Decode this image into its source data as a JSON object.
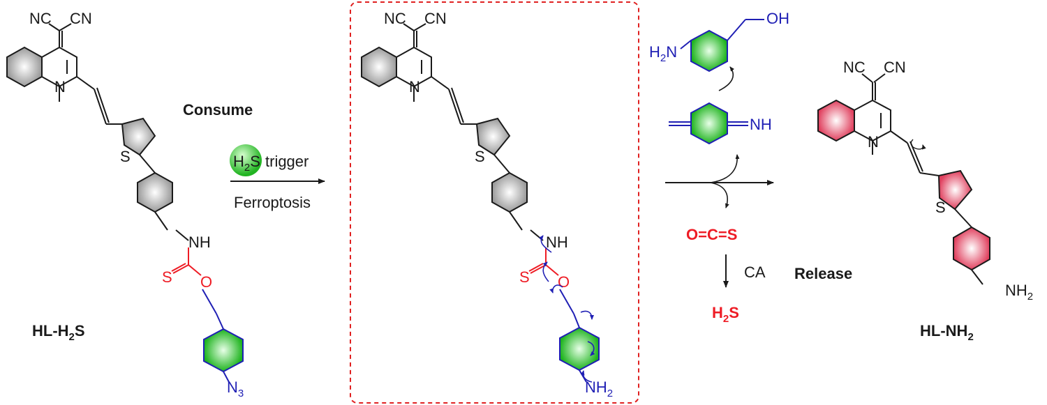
{
  "colors": {
    "black": "#1a1a1a",
    "red": "#ee1c25",
    "blue": "#1f1fb4",
    "green": "#35c235",
    "pink": "#e8486a",
    "grey": "#a7a7a7",
    "dashed_box": "#e02020"
  },
  "labels": {
    "consume": "Consume",
    "trigger": "trigger",
    "h2s_badge_main": "H",
    "h2s_badge_sub": "2",
    "h2s_badge_tail": "S",
    "ferroptosis": "Ferroptosis",
    "release": "Release",
    "ocs": "O=C=S",
    "ca": "CA",
    "h2s_main": "H",
    "h2s_sub": "2",
    "h2s_tail": "S",
    "probe_main": "HL-H",
    "probe_sub": "2",
    "probe_tail": "S",
    "product_main": "HL-NH",
    "product_sub": "2"
  },
  "atoms": {
    "nc": "NC",
    "cn": "CN",
    "n": "N",
    "s": "S",
    "nh": "NH",
    "o": "O",
    "n3_main": "N",
    "n3_sub": "3",
    "nh2_main": "NH",
    "nh2_sub": "2",
    "h2n_main": "H",
    "h2n_sub": "2",
    "h2n_tail": "N",
    "oh": "OH",
    "imine_nh": "NH"
  }
}
